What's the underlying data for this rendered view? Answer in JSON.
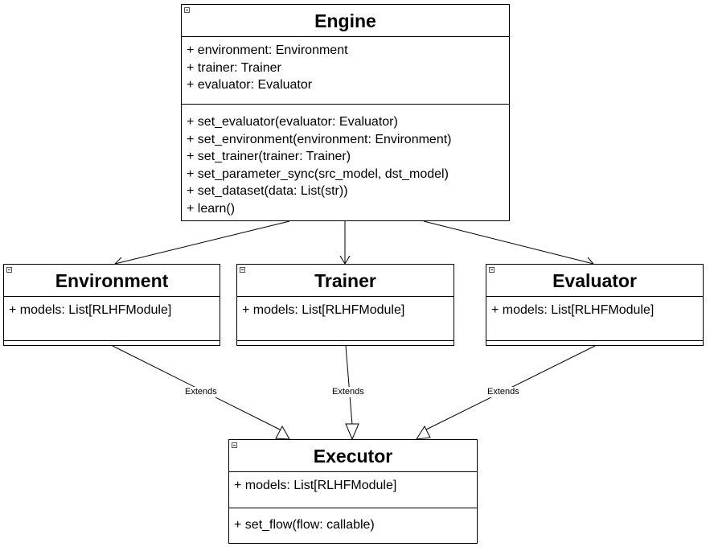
{
  "classes": {
    "engine": {
      "name": "Engine",
      "attributes": [
        "+ environment: Environment",
        "+ trainer: Trainer",
        "+ evaluator: Evaluator"
      ],
      "methods": [
        "+ set_evaluator(evaluator: Evaluator)",
        "+ set_environment(environment: Environment)",
        "+ set_trainer(trainer: Trainer)",
        "+ set_parameter_sync(src_model, dst_model)",
        "+ set_dataset(data: List(str))",
        "+ learn()"
      ]
    },
    "environment": {
      "name": "Environment",
      "attributes": [
        "+ models: List[RLHFModule]"
      ]
    },
    "trainer": {
      "name": "Trainer",
      "attributes": [
        "+ models: List[RLHFModule]"
      ]
    },
    "evaluator": {
      "name": "Evaluator",
      "attributes": [
        "+ models: List[RLHFModule]"
      ]
    },
    "executor": {
      "name": "Executor",
      "attributes": [
        "+ models: List[RLHFModule]"
      ],
      "methods": [
        "+ set_flow(flow: callable)"
      ]
    }
  },
  "edges": {
    "environment_extends": "Extends",
    "trainer_extends": "Extends",
    "evaluator_extends": "Extends"
  }
}
